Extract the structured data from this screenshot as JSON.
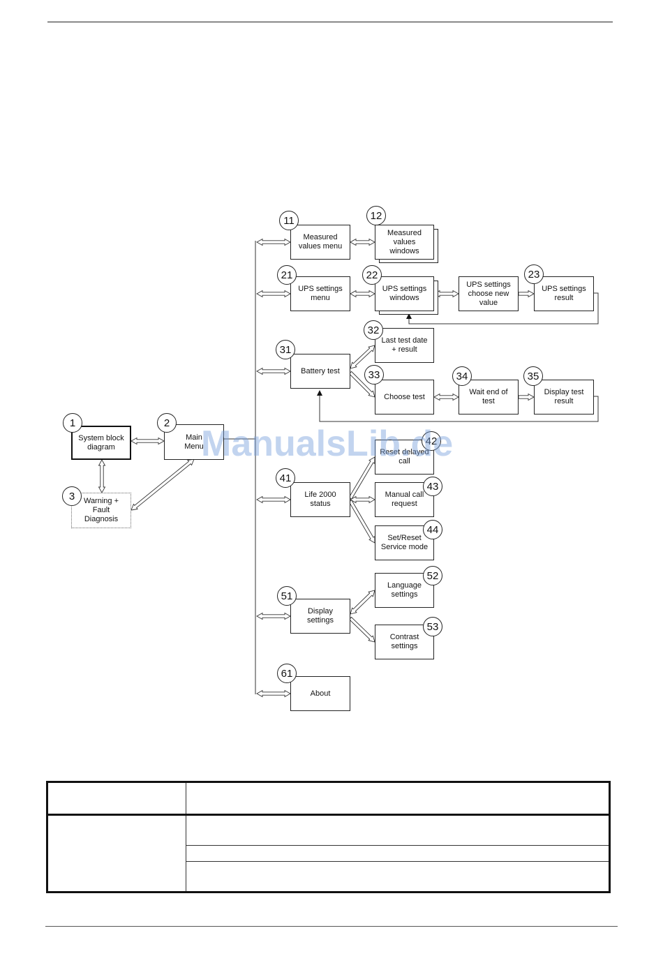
{
  "watermark": "ManualsLib.de",
  "boxes": {
    "b1": {
      "num": "1",
      "label": "System block\ndiagram"
    },
    "b2": {
      "num": "2",
      "label": "Main\nMenu"
    },
    "b3": {
      "num": "3",
      "label": "Warning +\nFault\nDiagnosis"
    },
    "b11": {
      "num": "11",
      "label": "Measured\nvalues menu"
    },
    "b12": {
      "num": "12",
      "label": "Measured\nvalues\nwindows"
    },
    "b21": {
      "num": "21",
      "label": "UPS settings\nmenu"
    },
    "b22": {
      "num": "22",
      "label": "UPS settings\nwindows"
    },
    "b22b": {
      "label": "UPS settings\nchoose new\nvalue"
    },
    "b23": {
      "num": "23",
      "label": "UPS settings\nresult"
    },
    "b31": {
      "num": "31",
      "label": "Battery test"
    },
    "b32": {
      "num": "32",
      "label": "Last test date\n+ result"
    },
    "b33": {
      "num": "33",
      "label": "Choose test"
    },
    "b34": {
      "num": "34",
      "label": "Wait end of\ntest"
    },
    "b35": {
      "num": "35",
      "label": "Display test\nresult"
    },
    "b41": {
      "num": "41",
      "label": "Life 2000\nstatus"
    },
    "b42": {
      "num": "42",
      "label": "Reset delayed\ncall"
    },
    "b43": {
      "num": "43",
      "label": "Manual call\nrequest"
    },
    "b44": {
      "num": "44",
      "label": "Set/Reset\nService mode"
    },
    "b51": {
      "num": "51",
      "label": "Display\nsettings"
    },
    "b52": {
      "num": "52",
      "label": "Language\nsettings"
    },
    "b53": {
      "num": "53",
      "label": "Contrast\nsettings"
    },
    "b61": {
      "num": "61",
      "label": "About"
    }
  },
  "table": {
    "header": [
      "",
      ""
    ],
    "rows": [
      [
        "",
        ""
      ],
      [
        "",
        ""
      ],
      [
        "",
        ""
      ]
    ]
  }
}
